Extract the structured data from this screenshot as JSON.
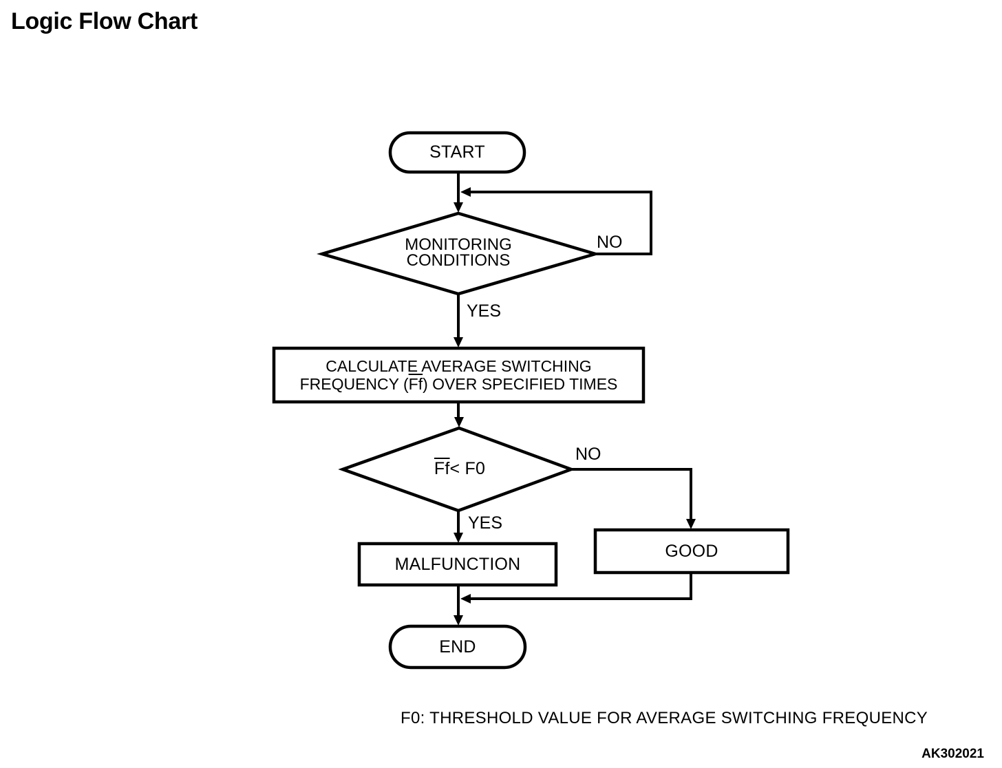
{
  "page": {
    "title": "Logic Flow Chart",
    "footnote": "F0: THRESHOLD VALUE FOR AVERAGE SWITCHING FREQUENCY",
    "figure_code": "AK302021"
  },
  "colors": {
    "ink": "#000000",
    "background": "#ffffff"
  },
  "flowchart": {
    "nodes": {
      "start": {
        "label": "START"
      },
      "monitoring": {
        "line1": "MONITORING",
        "line2": "CONDITIONS"
      },
      "calculate": {
        "line1": "CALCULATE AVERAGE SWITCHING",
        "line2_prefix": "FREQUENCY (",
        "line2_overline": "Ff",
        "line2_suffix": ") OVER SPECIFIED TIMES"
      },
      "ff_check": {
        "overline_text": "Ff",
        "rest": " < F0"
      },
      "malfunction": {
        "label": "MALFUNCTION"
      },
      "good": {
        "label": "GOOD"
      },
      "end": {
        "label": "END"
      }
    },
    "edges": {
      "monitoring_no": "NO",
      "monitoring_yes": "YES",
      "ff_no": "NO",
      "ff_yes": "YES"
    }
  }
}
